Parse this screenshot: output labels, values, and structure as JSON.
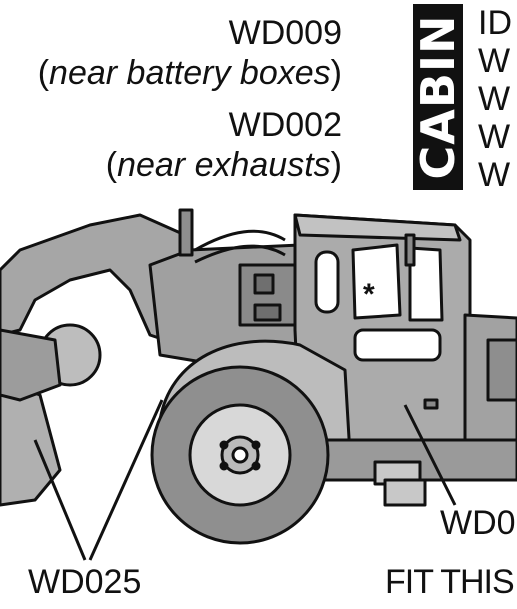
{
  "labels": {
    "wd009": "WD009",
    "wd009_note": "near battery boxes",
    "wd002": "WD002",
    "wd002_note": "near exhausts",
    "wd025": "WD025",
    "wd_partial": "WD0",
    "fit_this": "FIT THIS"
  },
  "cabin": {
    "heading": "CABIN",
    "lines": [
      "ID",
      "W",
      "W",
      "W",
      "W"
    ]
  },
  "marker": "*",
  "colors": {
    "line": "#111111",
    "body": "#a6a6a6",
    "body_light": "#c4c4c4",
    "cabin_box": "#111111"
  }
}
